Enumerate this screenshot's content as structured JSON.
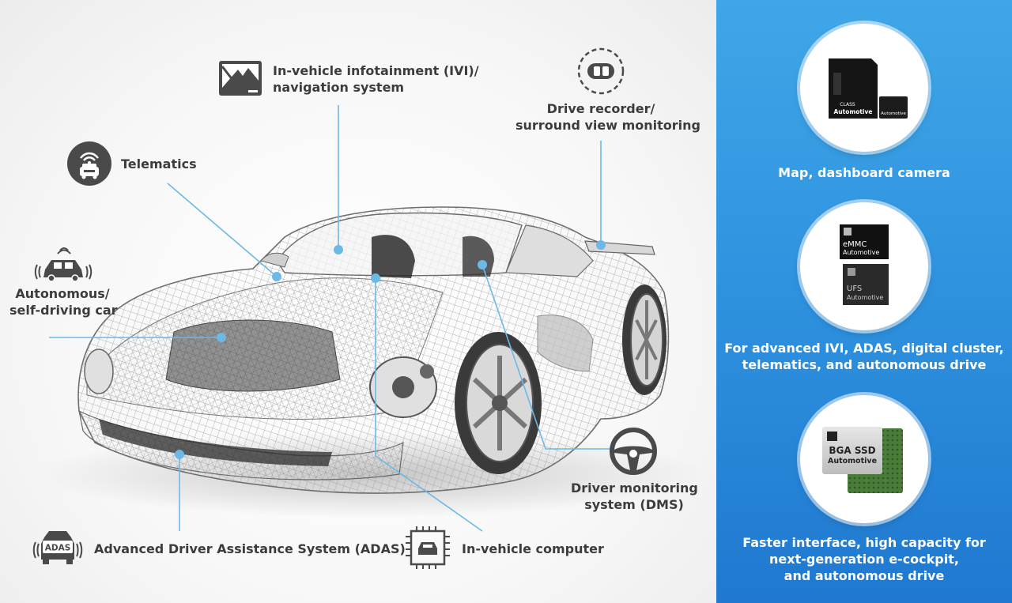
{
  "labels": {
    "ivi": [
      "In-vehicle infotainment (IVI)/",
      "navigation system"
    ],
    "drive_recorder": [
      "Drive recorder/",
      "surround view monitoring"
    ],
    "telematics": "Telematics",
    "autonomous": [
      "Autonomous/",
      "self-driving car"
    ],
    "dms": [
      "Driver monitoring",
      "system (DMS)"
    ],
    "adas": "Advanced Driver Assistance System (ADAS)",
    "computer": "In-vehicle computer"
  },
  "icon_text": {
    "adas_badge": "ADAS"
  },
  "products": [
    {
      "caption": [
        "Map, dashboard camera"
      ],
      "card_text": {
        "brand": "Automotive",
        "class": "CLASS",
        "micro": "Automotive"
      }
    },
    {
      "caption": [
        "For advanced IVI, ADAS, digital cluster,",
        "telematics, and autonomous drive"
      ],
      "chip1": [
        "eMMC",
        "Automotive"
      ],
      "chip2": [
        "UFS",
        "Automotive"
      ]
    },
    {
      "caption": [
        "Faster interface, high capacity for",
        "next-generation e-cockpit,",
        "and autonomous drive"
      ],
      "chip": [
        "BGA SSD",
        "Automotive"
      ]
    }
  ],
  "colors": {
    "panel_top": "#3fa7e8",
    "panel_bottom": "#2078d0",
    "leader_line": "#6cb8e6",
    "icon_dark": "#4a4a4a"
  }
}
